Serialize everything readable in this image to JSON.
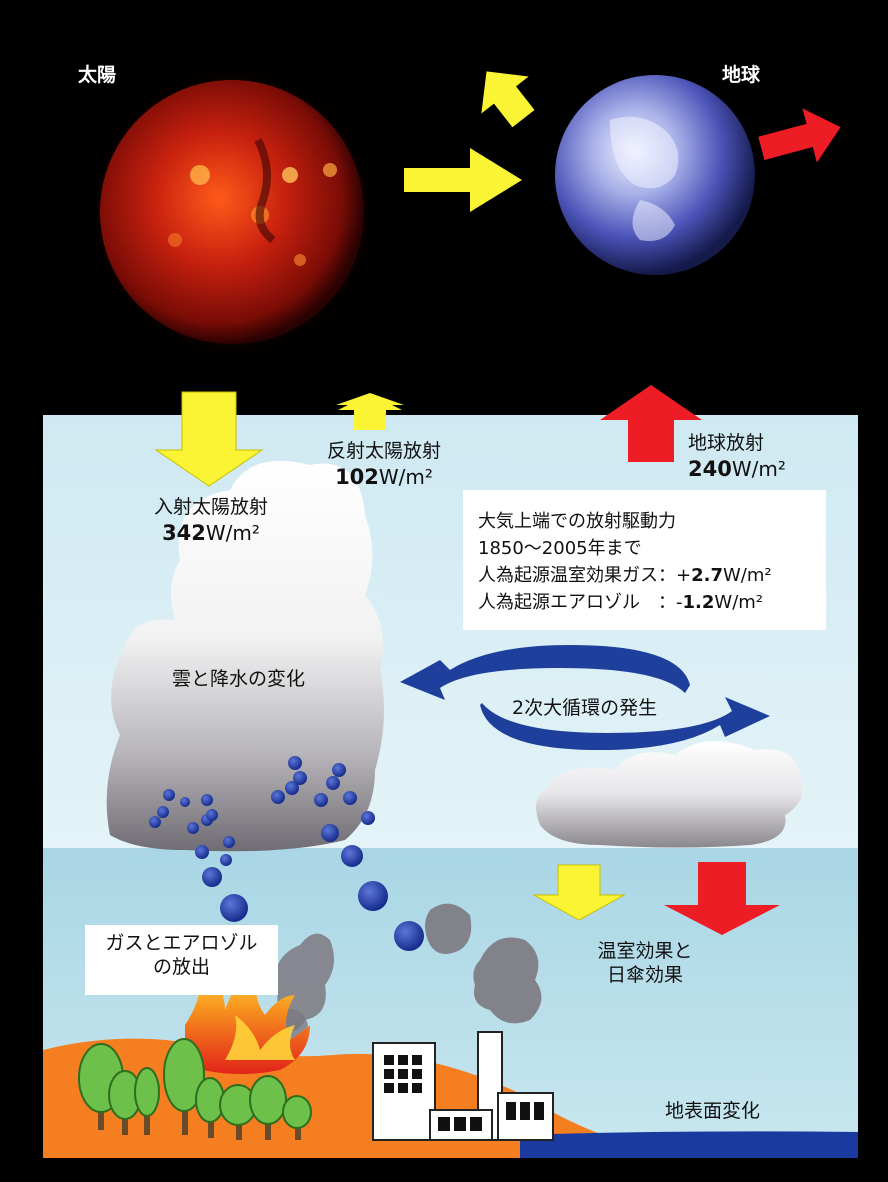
{
  "space": {
    "sun_label": "太陽",
    "earth_label": "地球"
  },
  "fluxes": {
    "incoming": {
      "label": "入射太陽放射",
      "value": "342",
      "unit": "W/m²"
    },
    "reflected": {
      "label": "反射太陽放射",
      "value": "102",
      "unit": "W/m²"
    },
    "outgoing": {
      "label": "地球放射",
      "value": "240",
      "unit": "W/m²"
    }
  },
  "forcing_box": {
    "title": "大気上端での放射駆動力",
    "period": "1850〜2005年まで",
    "ghg_label": "人為起源温室効果ガス：+",
    "ghg_value": "2.7",
    "ghg_unit": "W/m²",
    "aerosol_label": "人為起源エアロゾル　：-",
    "aerosol_value": "1.2",
    "aerosol_unit": "W/m²"
  },
  "processes": {
    "clouds": "雲と降水の変化",
    "circulation": "2次大循環の発生",
    "emissions_line1": "ガスとエアロゾル",
    "emissions_line2": "の放出",
    "greenhouse_line1": "温室効果と",
    "greenhouse_line2": "日傘効果",
    "surface": "地表面変化"
  },
  "colors": {
    "space": "#000000",
    "sky": "#d4eef5",
    "sky_lower": "#9ecfe0",
    "solar_arrow": "#fbf434",
    "terrestrial_arrow": "#ee1c24",
    "circulation_arrow": "#1e3f9c",
    "ground": "#f57e20",
    "water": "#1b3aa0"
  }
}
